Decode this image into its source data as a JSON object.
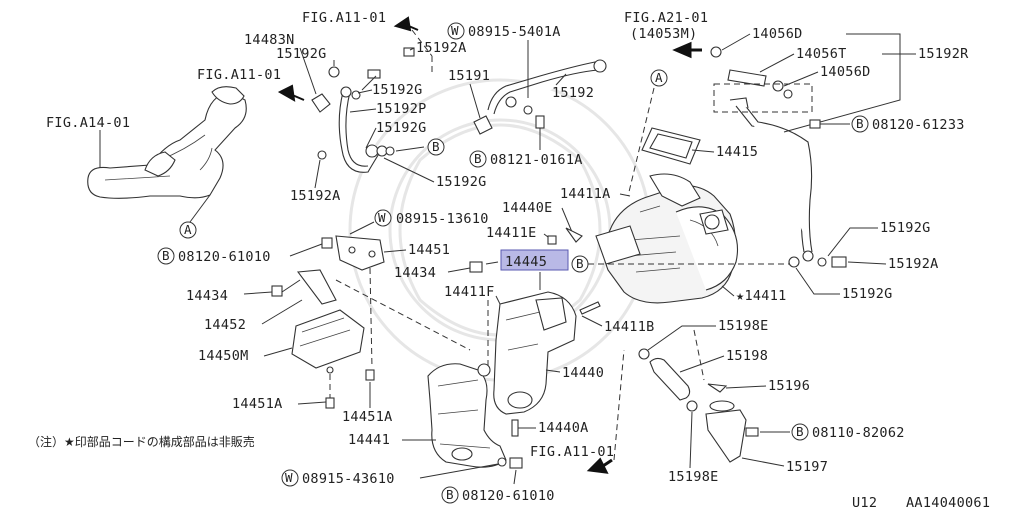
{
  "colors": {
    "highlight": "#b9b9e6",
    "ink": "#333333"
  },
  "labels": {
    "fig_a11_top": "FIG.A11-01",
    "p14483n": "14483N",
    "p15192g_a": "15192G",
    "p15192a_a": "15192A",
    "fig_a11_left": "FIG.A11-01",
    "p15192g_b": "15192G",
    "p15192p": "15192P",
    "p15192g_c": "15192G",
    "fig_a14": "FIG.A14-01",
    "p15192a_b": "15192A",
    "p15192g_d": "15192G",
    "w_08915_5401a": "08915-5401A",
    "p15191": "15191",
    "p15192": "15192",
    "b_08121_0161a": "08121-0161A",
    "fig_a21": "FIG.A21-01",
    "fig_a21_sub": "(14053M)",
    "p14056d_a": "14056D",
    "p14056t": "14056T",
    "p15192r": "15192R",
    "p14056d_b": "14056D",
    "b_08120_61233": "08120-61233",
    "p14415": "14415",
    "p14411a": "14411A",
    "p14440e": "14440E",
    "w_08915_13610": "08915-13610",
    "p14411e": "14411E",
    "b_08120_61010_a": "08120-61010",
    "p14451": "14451",
    "p14445": "14445",
    "p14434_a": "14434",
    "p15192g_e": "15192G",
    "p15192a_c": "15192A",
    "p14411f": "14411F",
    "p14434_b": "14434",
    "p14411": "14411",
    "p15192g_f": "15192G",
    "p14452": "14452",
    "p14411b": "14411B",
    "p15198e_a": "15198E",
    "p14450m": "14450M",
    "p15198": "15198",
    "p14440": "14440",
    "p15196": "15196",
    "p14451a_a": "14451A",
    "p14451a_b": "14451A",
    "p14440a": "14440A",
    "b_08110_82062": "08110-82062",
    "note": "（注）★印部品コードの構成部品は非販売",
    "p14441": "14441",
    "fig_a11_bottom": "FIG.A11-01",
    "p15197": "15197",
    "w_08915_43610": "08915-43610",
    "p15198e_b": "15198E",
    "b_08120_61010_b": "08120-61010",
    "footer_model": "U12",
    "footer_code": "AA14040061"
  },
  "markers": {
    "a": "A",
    "b": "B",
    "w": "W",
    "star": "★"
  }
}
